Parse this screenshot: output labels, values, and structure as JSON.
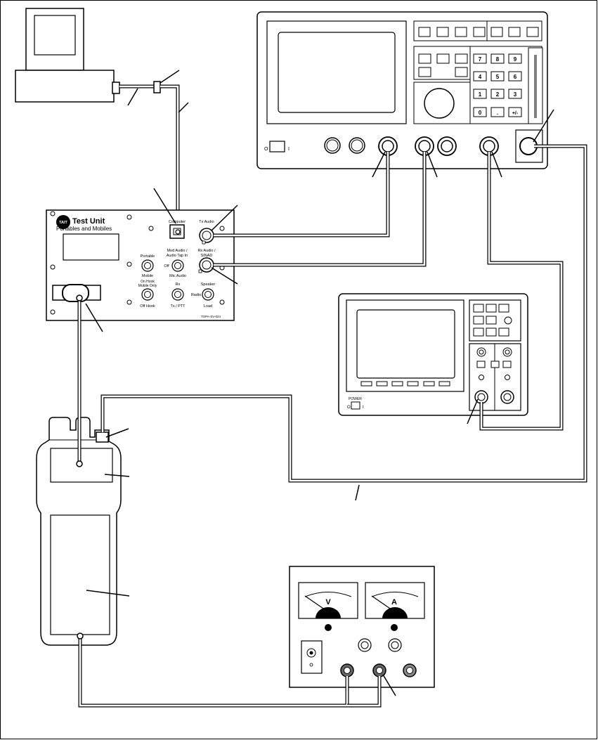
{
  "test_unit": {
    "title": "Test Unit",
    "subtitle": "Portables and Mobiles",
    "logo_text": "TAIT",
    "labels": {
      "computer": "Computer",
      "tx_audio": "Tx Audio",
      "rx_audio": "Rx Audio /",
      "sinad": "SINAD",
      "mod_audio": "Mod Audio /",
      "audio_tap_in": "Audio Tap In",
      "portable": "Portable",
      "mobile": "Mobile",
      "off": "Off",
      "mic_audio": "Mic Audio",
      "on_hook": "On Hook",
      "mobile_only": "Mobile Only",
      "rx": "Rx",
      "speaker": "Speaker",
      "radio": "Radio",
      "off_hook": "Off Hook",
      "tx_ptt": "Tx / PTT",
      "load": "Load",
      "part_no": "TOPA-SV-024"
    }
  },
  "rf_test_set": {
    "keypad": [
      "7",
      "8",
      "9",
      "4",
      "5",
      "6",
      "1",
      "2",
      "3",
      "0",
      ".",
      "+/-"
    ],
    "power_off": "O",
    "power_on": "I"
  },
  "oscilloscope": {
    "power_label": "POWER",
    "power_off": "O",
    "power_on": "I"
  },
  "power_supply": {
    "voltmeter": "V",
    "ammeter": "A"
  }
}
